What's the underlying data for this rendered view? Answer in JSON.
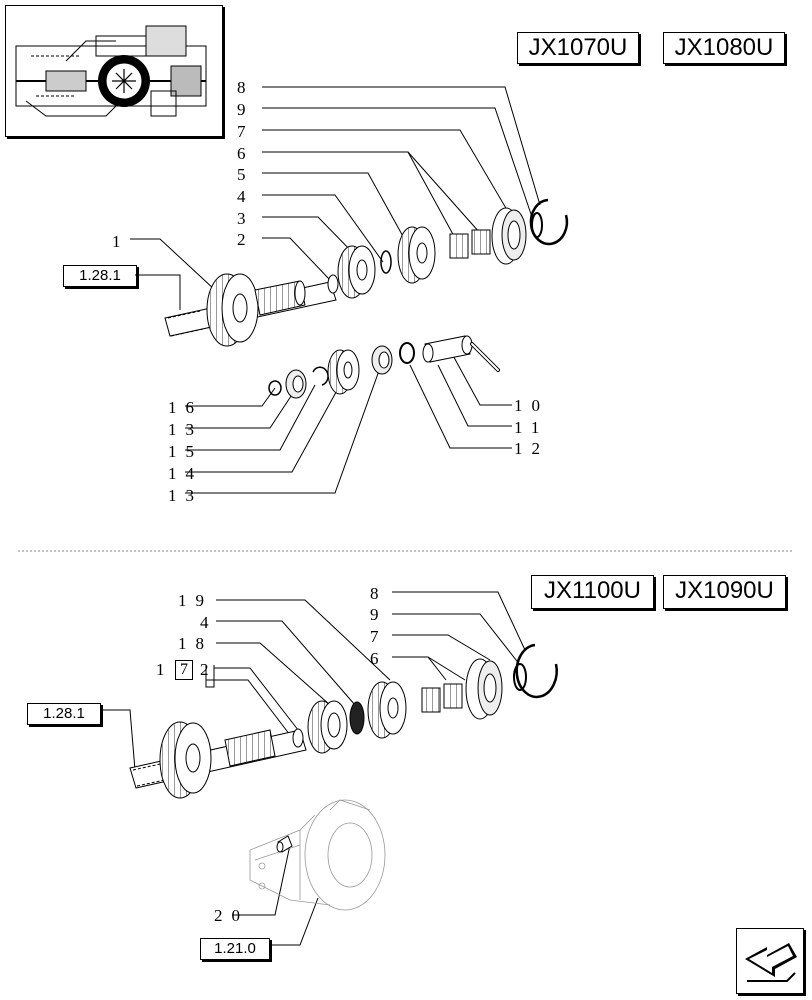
{
  "models": {
    "top_left": "JX1070U",
    "top_right": "JX1080U",
    "bottom_left": "JX1100U",
    "bottom_right": "JX1090U"
  },
  "refs": {
    "top_ref": "1.28.1",
    "bottom_ref": "1.28.1",
    "housing_ref": "1.21.0",
    "bracket_ref": "7"
  },
  "callouts_top": {
    "c8": "8",
    "c9": "9",
    "c7": "7",
    "c6": "6",
    "c5": "5",
    "c4": "4",
    "c3": "3",
    "c2": "2",
    "c1": "1",
    "c16": "16",
    "c13a": "13",
    "c15": "15",
    "c14": "14",
    "c13b": "13",
    "c10": "10",
    "c11": "11",
    "c12": "12"
  },
  "callouts_bottom": {
    "c19": "19",
    "c4": "4",
    "c18": "18",
    "c1": "1",
    "c2": "2",
    "c8": "8",
    "c9": "9",
    "c7": "7",
    "c6": "6",
    "c20": "20"
  }
}
